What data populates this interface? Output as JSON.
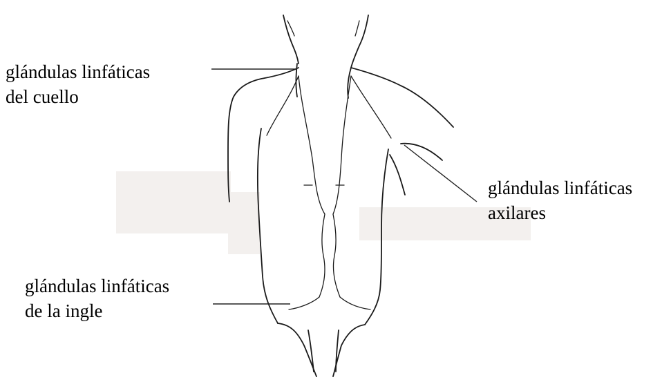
{
  "labels": {
    "neck": [
      "glándulas linfáticas",
      "del cuello"
    ],
    "axillary": [
      "glándulas linfáticas",
      "axilares"
    ],
    "groin": [
      "glándulas linfáticas",
      "de la ingle"
    ]
  },
  "colors": {
    "ink": "#1a1a1a",
    "background": "#ffffff",
    "watermark": "#f3f0ee"
  }
}
